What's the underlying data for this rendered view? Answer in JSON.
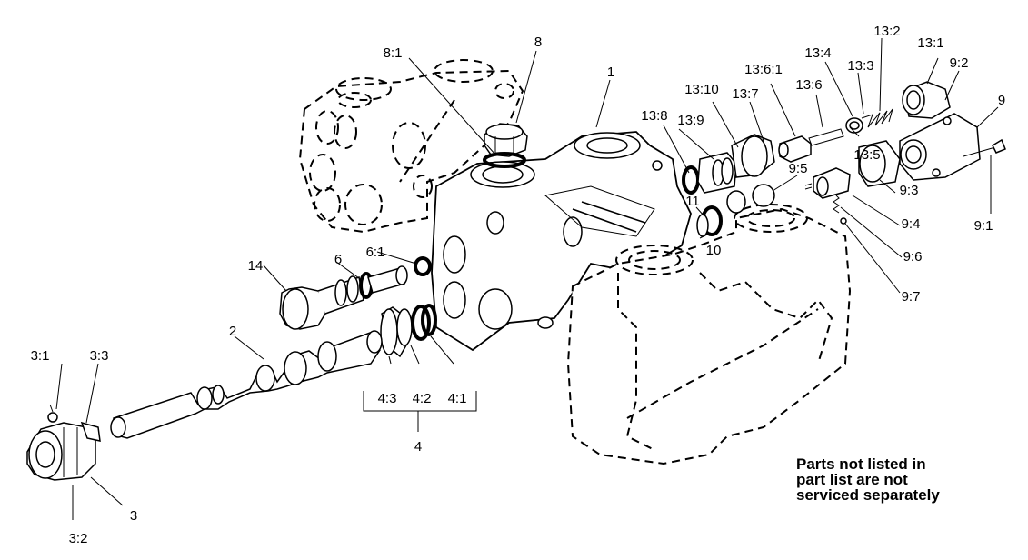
{
  "labels": {
    "p1": "1",
    "p2": "2",
    "p3": "3",
    "p3_1": "3:1",
    "p3_2": "3:2",
    "p3_3": "3:3",
    "p4": "4",
    "p4_1": "4:1",
    "p4_2": "4:2",
    "p4_3": "4:3",
    "p6": "6",
    "p6_1": "6:1",
    "p8": "8",
    "p8_1": "8:1",
    "p9": "9",
    "p9_1": "9:1",
    "p9_2": "9:2",
    "p9_3": "9:3",
    "p9_4": "9:4",
    "p9_5": "9:5",
    "p9_6": "9:6",
    "p9_7": "9:7",
    "p10": "10",
    "p11": "11",
    "p13_1": "13:1",
    "p13_2": "13:2",
    "p13_3": "13:3",
    "p13_4": "13:4",
    "p13_5": "13:5",
    "p13_6": "13:6",
    "p13_6_1": "13:6:1",
    "p13_7": "13:7",
    "p13_8": "13:8",
    "p13_9": "13:9",
    "p13_10": "13:10",
    "p14": "14"
  },
  "note": {
    "line1": "Parts not listed in",
    "line2": "part list are not",
    "line3": "serviced separately"
  }
}
